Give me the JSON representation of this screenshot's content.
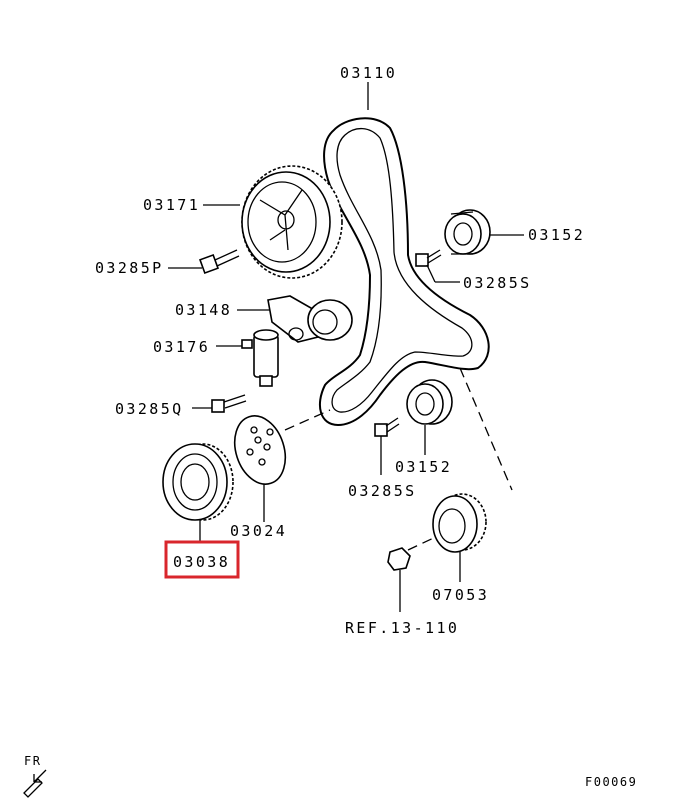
{
  "diagram": {
    "labels": {
      "belt": "03110",
      "camshaft_sprocket": "03171",
      "bolt_p": "03285P",
      "idler_pulley_top": "03152",
      "bolt_s_top": "03285S",
      "tensioner_arm": "03148",
      "auto_tensioner": "03176",
      "bolt_q": "03285Q",
      "plate": "03024",
      "crankshaft_sprocket": "03038",
      "idler_pulley_bottom": "03152",
      "bolt_s_bottom": "03285S",
      "oil_pump_sprocket": "07053",
      "reference": "REF.13-110",
      "front_marker": "FR",
      "figure_code": "F00069"
    },
    "highlight_color": "#d9262c"
  }
}
